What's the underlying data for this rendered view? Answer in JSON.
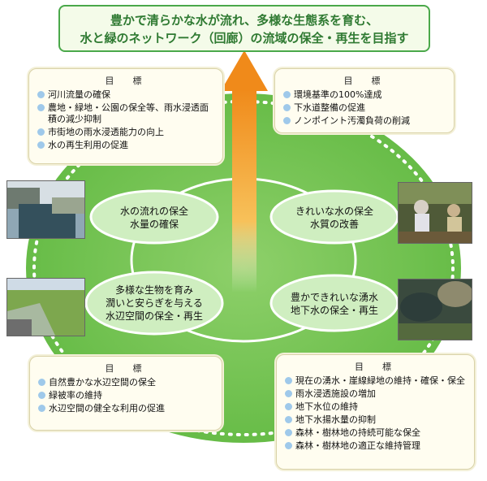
{
  "vision": {
    "line1": "豊かで清らかな水が流れ、多様な生態系を育む、",
    "line2": "水と緑のネットワーク（回廊）の流域の保全・再生を目指す"
  },
  "goals_top_left": {
    "title": "目　標",
    "items": [
      "河川流量の確保",
      "農地・緑地・公園の保全等、雨水浸透面積の減少抑制",
      "市街地の雨水浸透能力の向上",
      "水の再生利用の促進"
    ]
  },
  "goals_top_right": {
    "title": "目　標",
    "items": [
      "環境基準の100%達成",
      "下水道整備の促進",
      "ノンポイント汚濁負荷の削減"
    ]
  },
  "goals_bottom_left": {
    "title": "目　標",
    "items": [
      "自然豊かな水辺空間の保全",
      "緑被率の維持",
      "水辺空間の健全な利用の促進"
    ]
  },
  "goals_bottom_right": {
    "title": "目　標",
    "items": [
      "現在の湧水・崖線緑地の維持・確保・保全",
      "雨水浸透施設の増加",
      "地下水位の維持",
      "地下水揚水量の抑制",
      "森林・樹林地の持続可能な保全",
      "森林・樹林地の適正な維持管理"
    ]
  },
  "themes": {
    "top_left": [
      "水の流れの保全",
      "水量の確保"
    ],
    "top_right": [
      "きれいな水の保全",
      "水質の改善"
    ],
    "bottom_left": [
      "多様な生物を育み",
      "潤いと安らぎを与える",
      "水辺空間の保全・再生"
    ],
    "bottom_right": [
      "豊かできれいな湧水",
      "地下水の保全・再生"
    ]
  },
  "colors": {
    "field": "#5fb840",
    "field_light": "#8ed06a",
    "arrow": "#f08a1a",
    "bullet": "#9fc9ea",
    "vision_text": "#2f7a32"
  }
}
